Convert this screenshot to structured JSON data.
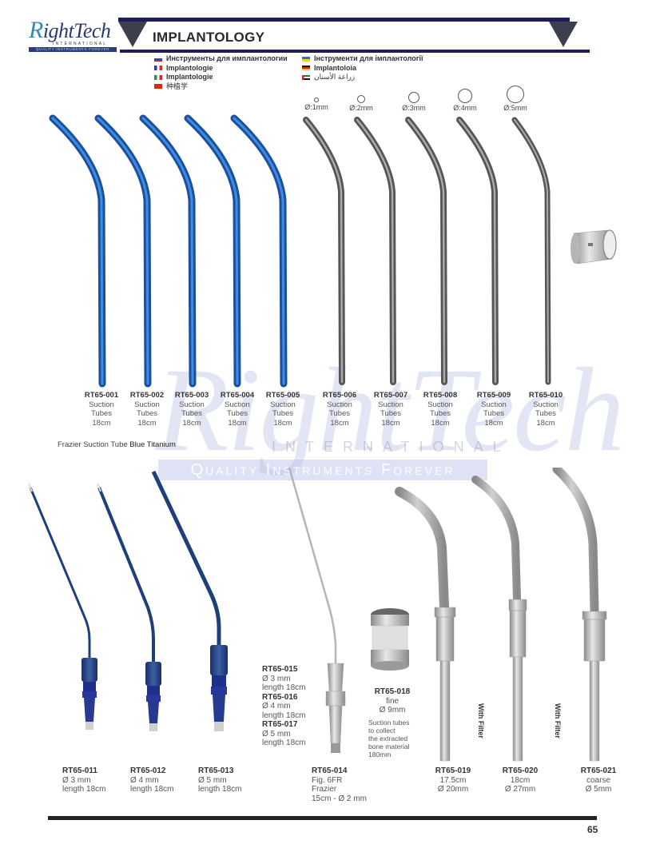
{
  "brand": {
    "name_initial": "R",
    "name_rest": "ightTech",
    "subtitle": "INTERNATIONAL",
    "tagline": "QUALITY INSTRUMENTS FOREVER"
  },
  "header": {
    "title": "IMPLANTOLOGY"
  },
  "translations": {
    "left": [
      {
        "flag": "ru",
        "text": "Инструменты для имплантологии"
      },
      {
        "flag": "fr",
        "text": "Implantologie"
      },
      {
        "flag": "it",
        "text": "Implantologie"
      },
      {
        "flag": "cn",
        "text": "种植学"
      }
    ],
    "right": [
      {
        "flag": "ua",
        "text": "Інструменти для імплантології"
      },
      {
        "flag": "de",
        "text": "Implantoloia"
      },
      {
        "flag": "ae",
        "text": "زراعة الأسنان"
      }
    ]
  },
  "diameters": [
    {
      "label": "Ø:1mm",
      "size": 4
    },
    {
      "label": "Ø:2mm",
      "size": 8
    },
    {
      "label": "Ø:3mm",
      "size": 12
    },
    {
      "label": "Ø:4mm",
      "size": 16
    },
    {
      "label": "Ø:5mm",
      "size": 20
    }
  ],
  "top_products": [
    {
      "code": "RT65-001",
      "line1": "Suction",
      "line2": "Tubes",
      "line3": "18cm",
      "finish": "blue"
    },
    {
      "code": "RT65-002",
      "line1": "Suction",
      "line2": "Tubes",
      "line3": "18cm",
      "finish": "blue"
    },
    {
      "code": "RT65-003",
      "line1": "Suction",
      "line2": "Tubes",
      "line3": "18cm",
      "finish": "blue"
    },
    {
      "code": "RT65-004",
      "line1": "Suction",
      "line2": "Tubes",
      "line3": "18cm",
      "finish": "blue"
    },
    {
      "code": "RT65-005",
      "line1": "Suction",
      "line2": "Tubes",
      "line3": "18cm",
      "finish": "blue"
    },
    {
      "code": "RT65-006",
      "line1": "Suction",
      "line2": "Tubes",
      "line3": "18cm",
      "finish": "steel"
    },
    {
      "code": "RT65-007",
      "line1": "Suction",
      "line2": "Tubes",
      "line3": "18cm",
      "finish": "steel"
    },
    {
      "code": "RT65-008",
      "line1": "Suction",
      "line2": "Tubes",
      "line3": "18cm",
      "finish": "steel"
    },
    {
      "code": "RT65-009",
      "line1": "Suction",
      "line2": "Tubes",
      "line3": "18cm",
      "finish": "steel"
    },
    {
      "code": "RT65-010",
      "line1": "Suction",
      "line2": "Tubes",
      "line3": "18cm",
      "finish": "steel"
    }
  ],
  "caption": {
    "prefix": "Frazier Suction Tube ",
    "highlight": "Blue Titanium"
  },
  "watermark": {
    "big": "RightTech",
    "intl": "INTERNATIONAL",
    "tagline": "Quality Instruments Forever"
  },
  "bottom_products": {
    "rt011": {
      "code": "RT65-011",
      "line1": "Ø 3 mm",
      "line2": "length 18cm"
    },
    "rt012": {
      "code": "RT65-012",
      "line1": "Ø 4 mm",
      "line2": "length 18cm"
    },
    "rt013": {
      "code": "RT65-013",
      "line1": "Ø 5 mm",
      "line2": "length 18cm"
    },
    "rt015": {
      "code": "RT65-015",
      "line1": "Ø 3 mm",
      "line2": "length 18cm"
    },
    "rt016": {
      "code": "RT65-016",
      "line1": "Ø 4 mm",
      "line2": "length 18cm"
    },
    "rt017": {
      "code": "RT65-017",
      "line1": "Ø 5 mm",
      "line2": "length 18cm"
    },
    "rt014": {
      "code": "RT65-014",
      "line1": "Fig. 6FR",
      "line2": "Frazier",
      "line3": "15cm - Ø 2 mm"
    },
    "rt018": {
      "code": "RT65-018",
      "line1": "fine",
      "line2": "Ø 9mm",
      "desc1": "Suction tubes",
      "desc2": "to collect",
      "desc3": "the extracted",
      "desc4": "bone material",
      "desc5": "180mm"
    },
    "rt019": {
      "code": "RT65-019",
      "line1": "17.5cm",
      "line2": "Ø 20mm"
    },
    "rt020": {
      "code": "RT65-020",
      "line1": "18cm",
      "line2": "Ø 27mm"
    },
    "rt021": {
      "code": "RT65-021",
      "line1": "coarse",
      "line2": "Ø 5mm"
    }
  },
  "filter_labels": [
    "With Filter",
    "With Filter"
  ],
  "footer": {
    "page_number": "65"
  },
  "colors": {
    "header_navy": "#1f1c5c",
    "blue_titanium": "#1f5fb0",
    "steel": "#7a7a7a"
  }
}
